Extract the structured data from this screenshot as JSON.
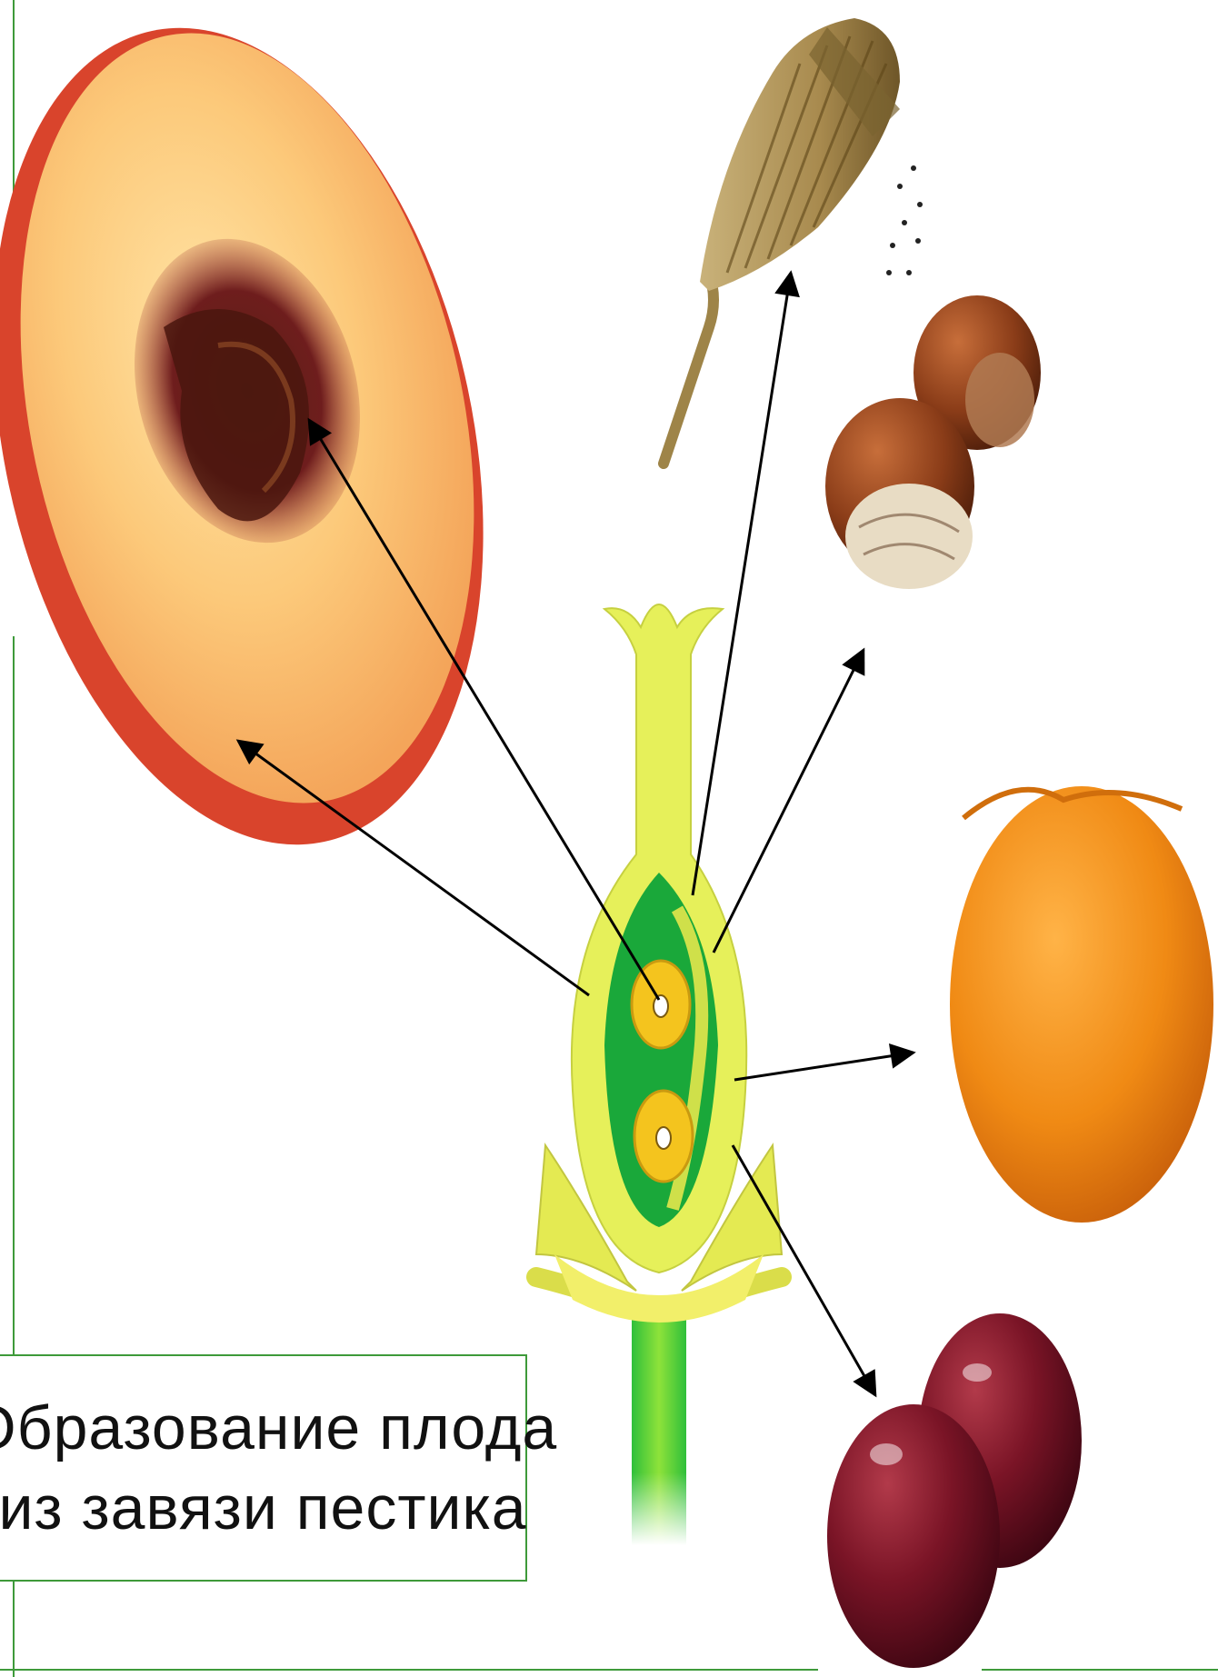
{
  "caption": {
    "line1": "Образование плода",
    "line2": "из завязи пестика"
  },
  "colors": {
    "frame": "#3e9a3a",
    "pistil_outer": "#e8f25a",
    "pistil_inner": "#1aa83a",
    "ovule": "#f2c81e",
    "arrow": "#000000"
  },
  "icons": [
    "peach-half-image",
    "poppy-capsule-image",
    "hazelnut-image",
    "persimmon-image",
    "cherry-image",
    "pistil-diagram"
  ]
}
